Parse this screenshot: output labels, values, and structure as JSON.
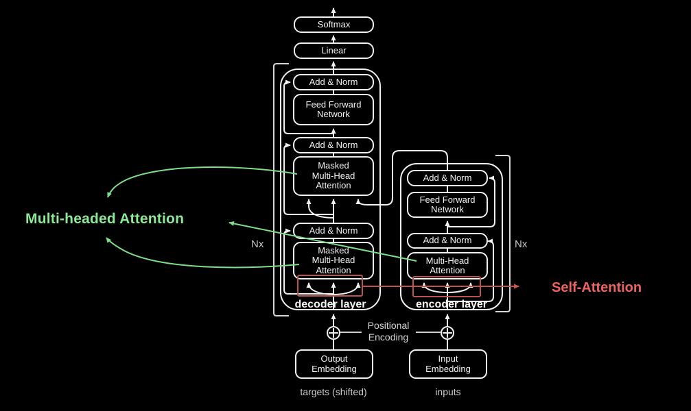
{
  "colors": {
    "background": "#000000",
    "line_white": "#f0f0f0",
    "bracket_gray": "#d9d9d9",
    "green_accent": "#8ce996",
    "green_line": "#7fdf89",
    "red_accent": "#ef635e",
    "red_line": "#bb544e",
    "muted_text": "#cbcbcb"
  },
  "top": {
    "softmax": "Softmax",
    "linear": "Linear"
  },
  "decoder": {
    "label": "decoder layer",
    "repeat": "Nx",
    "boxes": {
      "add_norm_1": "Add & Norm",
      "ffn": "Feed Forward\nNetwork",
      "add_norm_2": "Add & Norm",
      "masked_mha_1": "Masked\nMulti-Head\nAttention",
      "add_norm_3": "Add & Norm",
      "masked_mha_2": "Masked\nMulti-Head\nAttention"
    }
  },
  "encoder": {
    "label": "encoder layer",
    "repeat": "Nx",
    "boxes": {
      "add_norm_1": "Add & Norm",
      "ffn": "Feed Forward\nNetwork",
      "add_norm_2": "Add & Norm",
      "mha": "Multi-Head\nAttention"
    }
  },
  "bottom": {
    "positional_encoding": "Positional\nEncoding",
    "output_embedding": "Output\nEmbedding",
    "input_embedding": "Input\nEmbedding",
    "targets_label": "targets (shifted)",
    "inputs_label": "inputs"
  },
  "annotations": {
    "multi_headed": "Multi-headed Attention",
    "self_attention": "Self-Attention"
  }
}
